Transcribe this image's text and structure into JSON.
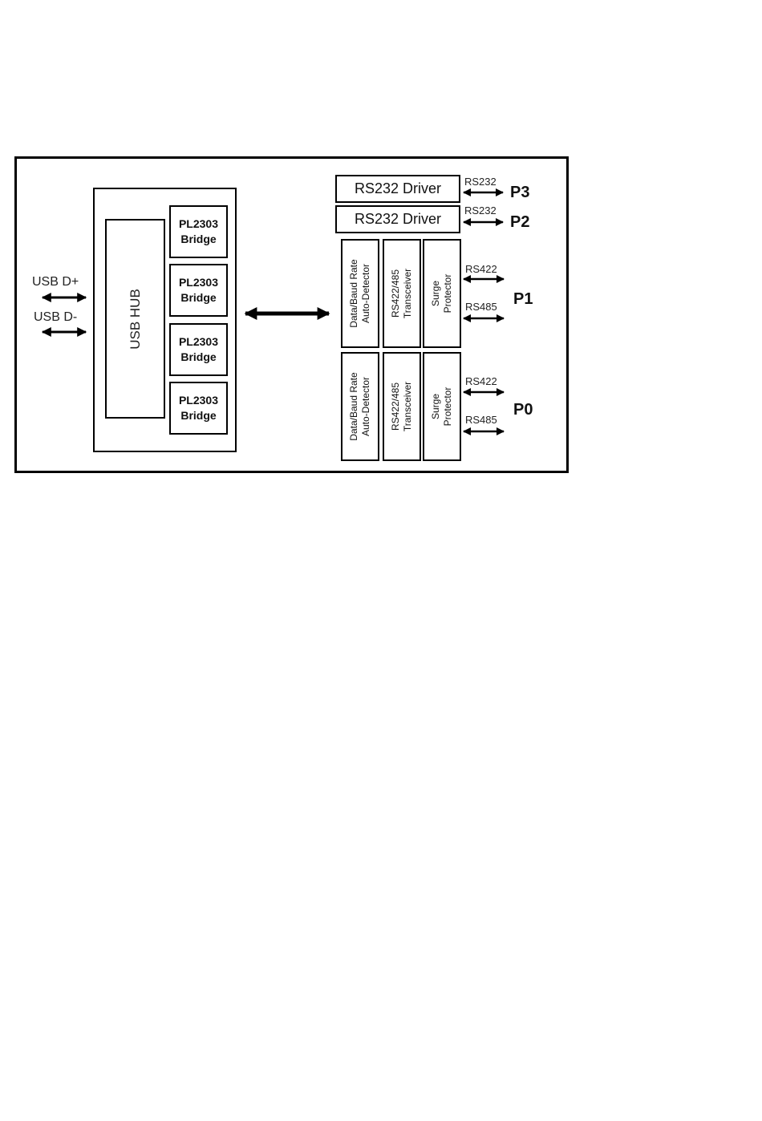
{
  "diagram": {
    "usb_hub": "USB HUB",
    "usb_dplus": "USB D+",
    "usb_dminus": "USB D-",
    "bridges": [
      {
        "line1": "PL2303",
        "line2": "Bridge"
      },
      {
        "line1": "PL2303",
        "line2": "Bridge"
      },
      {
        "line1": "PL2303",
        "line2": "Bridge"
      },
      {
        "line1": "PL2303",
        "line2": "Bridge"
      }
    ],
    "drivers": [
      {
        "label": "RS232 Driver",
        "signal": "RS232",
        "port": "P3"
      },
      {
        "label": "RS232 Driver",
        "signal": "RS232",
        "port": "P2"
      }
    ],
    "groups": [
      {
        "port": "P1",
        "detector": {
          "line1": "Data/Baud Rate",
          "line2": "Auto-Detector"
        },
        "transceiver": {
          "line1": "RS422/485",
          "line2": "Transceiver"
        },
        "protector": {
          "line1": "Surge",
          "line2": "Protector"
        },
        "signal_a": "RS422",
        "signal_b": "RS485"
      },
      {
        "port": "P0",
        "detector": {
          "line1": "Data/Baud Rate",
          "line2": "Auto-Detector"
        },
        "transceiver": {
          "line1": "RS422/485",
          "line2": "Transceiver"
        },
        "protector": {
          "line1": "Surge",
          "line2": "Protector"
        },
        "signal_a": "RS422",
        "signal_b": "RS485"
      }
    ],
    "colors": {
      "line": "#000000",
      "background": "#ffffff"
    }
  }
}
